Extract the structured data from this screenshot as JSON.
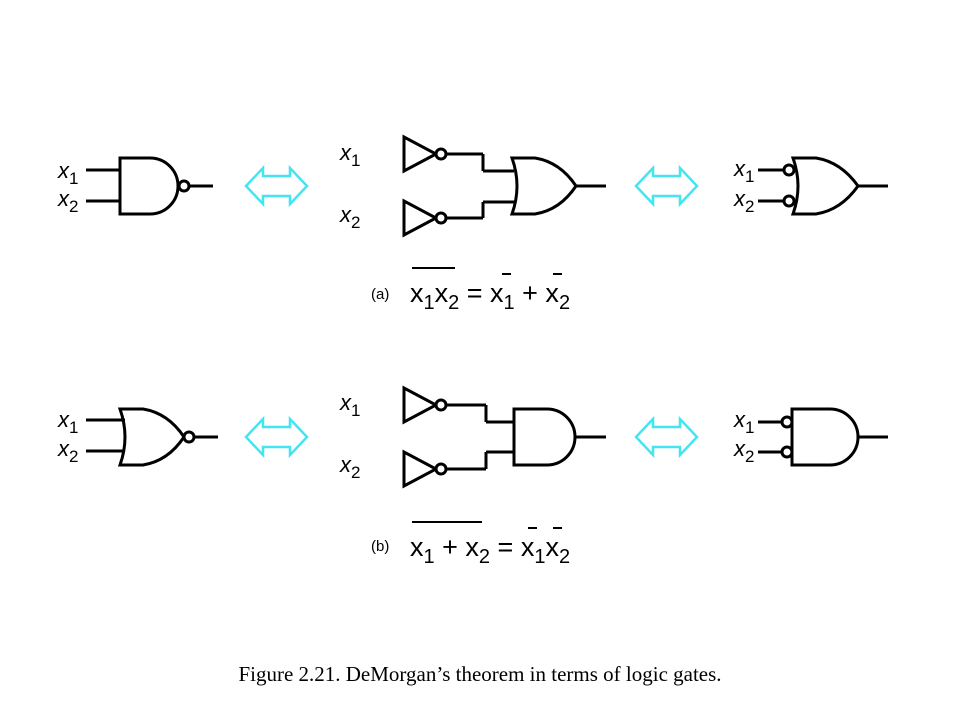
{
  "labels": {
    "x1": "x1",
    "x2": "x2",
    "part_a": "(a)",
    "part_b": "(b)"
  },
  "equations": {
    "a": {
      "lhs": "x1x2",
      "rhs": "x1 + x2"
    },
    "b": {
      "lhs": "x1 + x2",
      "rhs": "x1x2"
    }
  },
  "caption": "Figure 2.21.  DeMorgan’s theorem in terms of logic gates.",
  "colors": {
    "stroke": "#000000",
    "arrow": "#44e5f2"
  }
}
